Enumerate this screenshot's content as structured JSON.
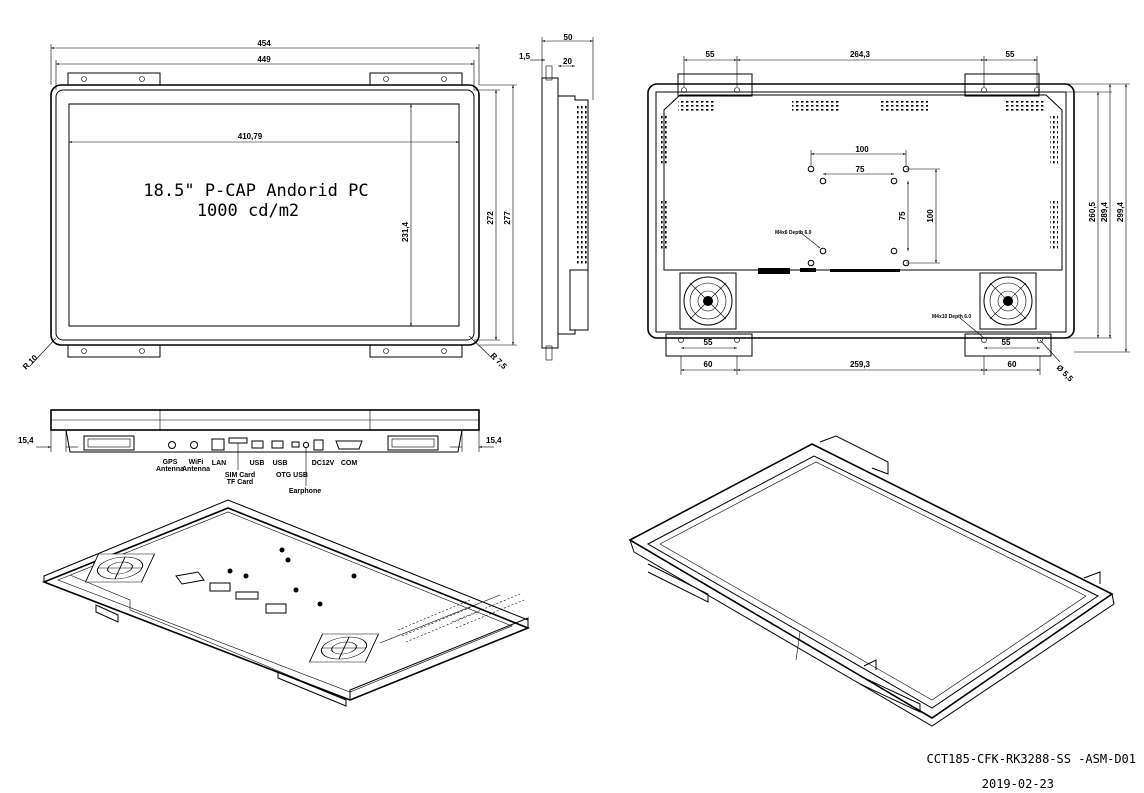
{
  "front_view": {
    "screen_title": "18.5\" P-CAP Andorid PC",
    "screen_subtitle": "1000 cd/m2",
    "dim_overall_width": "454",
    "dim_frame_width": "449",
    "dim_active_width": "410,79",
    "dim_active_height": "231,4",
    "dim_frame_height": "272",
    "dim_overall_height": "277",
    "radius_left": "R 10",
    "radius_right": "R 7,5"
  },
  "side_view": {
    "dim_depth": "50",
    "dim_bezel": "1,5",
    "dim_offset": "20"
  },
  "rear_view": {
    "dim_top_left": "55",
    "dim_top_center": "264,3",
    "dim_top_right": "55",
    "dim_vesa_outer": "100",
    "dim_vesa_inner": "75",
    "dim_vesa_v_inner": "75",
    "dim_vesa_v_outer": "100",
    "screw_note_vesa": "M4x6 Depth 6.0",
    "screw_note_fan": "M4x10 Depth 6.0",
    "dim_h1": "260,5",
    "dim_h2": "289,4",
    "dim_h3": "299,4",
    "dim_bottom_left": "55",
    "dim_bottom_right": "55",
    "dim_bottom_60_left": "60",
    "dim_bottom_center": "259,3",
    "dim_bottom_60_right": "60",
    "dim_hole": "Ø 5,5"
  },
  "bottom_view": {
    "dim_left": "15,4",
    "dim_right": "15,4",
    "ports": {
      "gps": "GPS",
      "gps2": "Antenna",
      "wifi": "WiFi",
      "wifi2": "Antenna",
      "lan": "LAN",
      "sim": "SIM Card",
      "tf": "TF Card",
      "usb1": "USB",
      "usb2": "USB",
      "otg": "OTG USB",
      "earphone": "Earphone",
      "dc": "DC12V",
      "com": "COM"
    }
  },
  "footer": {
    "drawing_number": "CCT185-CFK-RK3288-SS -ASM-D01",
    "date": "2019-02-23"
  }
}
